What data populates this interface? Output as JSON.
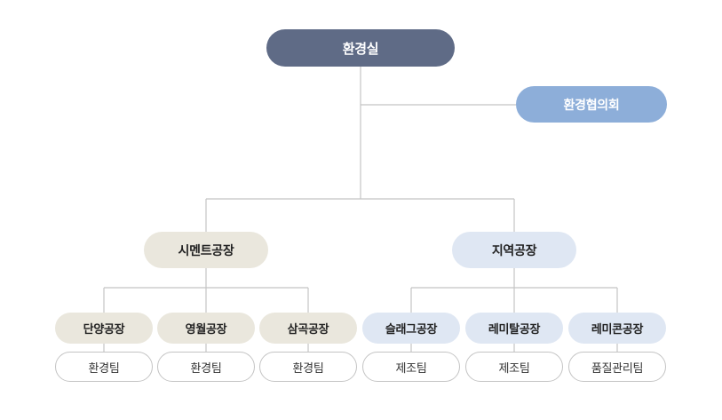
{
  "org": {
    "root": "환경실",
    "council": "환경협의회",
    "divisions": [
      {
        "label": "시멘트공장",
        "plants": [
          {
            "label": "단양공장",
            "team": "환경팀"
          },
          {
            "label": "영월공장",
            "team": "환경팀"
          },
          {
            "label": "삼곡공장",
            "team": "환경팀"
          }
        ]
      },
      {
        "label": "지역공장",
        "plants": [
          {
            "label": "슬래그공장",
            "team": "제조팀"
          },
          {
            "label": "레미탈공장",
            "team": "제조팀"
          },
          {
            "label": "레미콘공장",
            "team": "품질관리팀"
          }
        ]
      }
    ]
  },
  "colors": {
    "root": "#5f6b86",
    "council": "#8daed9",
    "cement_group": "#eae7dd",
    "regional_group": "#dfe7f3",
    "connector": "#c4c4c4"
  }
}
